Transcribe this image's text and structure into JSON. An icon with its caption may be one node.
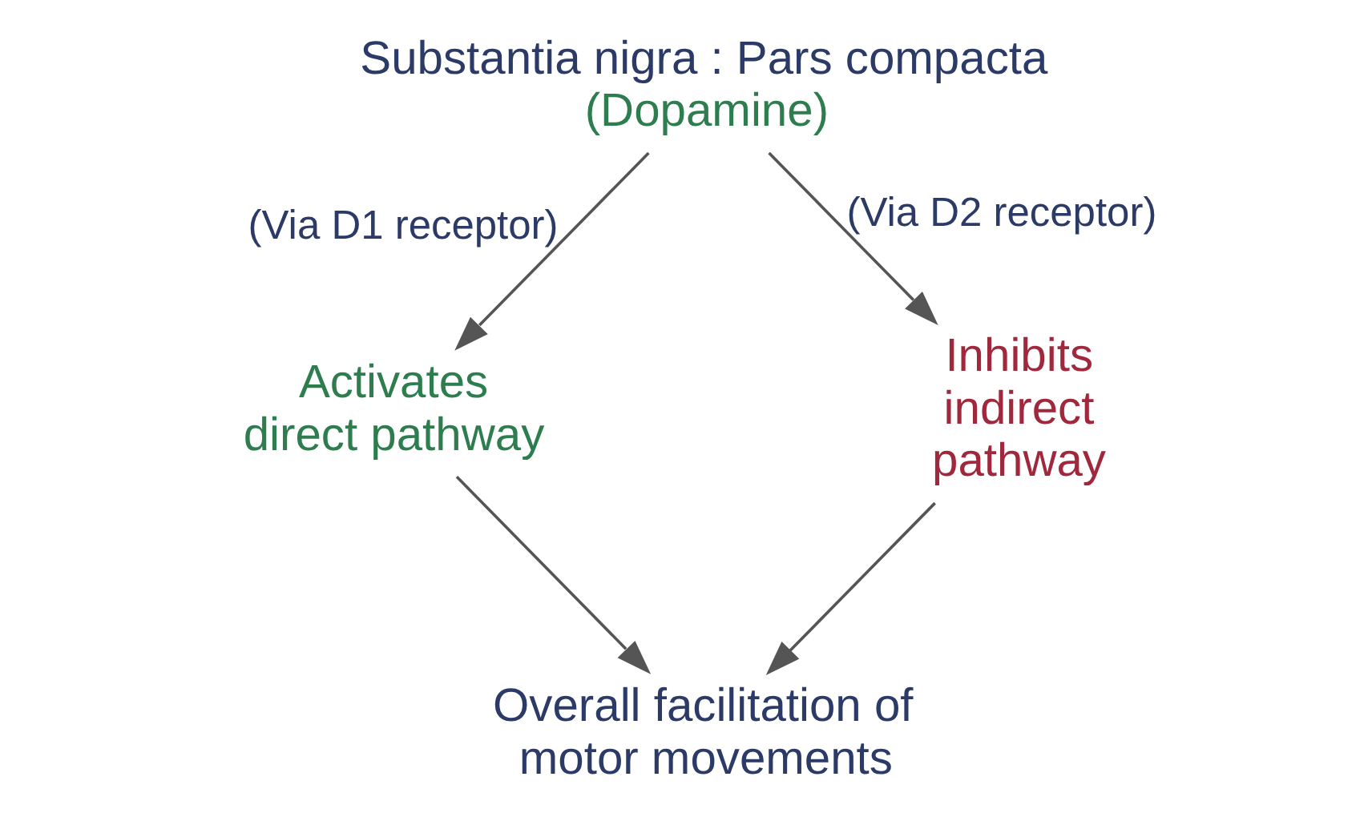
{
  "diagram": {
    "nodes": [
      {
        "text": [
          "Substantia nigra : Pars compacta",
          "(Dopamine)"
        ]
      },
      {
        "text": [
          "Activates direct pathway"
        ]
      },
      {
        "text": [
          "Inhibits indirect pathway"
        ]
      },
      {
        "text": [
          "Overall facilitation of motor movements"
        ]
      }
    ],
    "edges": [
      {
        "from": 0,
        "to": 1,
        "arrow": "to",
        "label": "(Via D1 receptor)"
      },
      {
        "from": 0,
        "to": 2,
        "arrow": "to",
        "label": "(Via D2 receptor)"
      },
      {
        "from": 1,
        "to": 3,
        "arrow": "to"
      },
      {
        "from": 2,
        "to": 3,
        "arrow": "to"
      }
    ]
  }
}
